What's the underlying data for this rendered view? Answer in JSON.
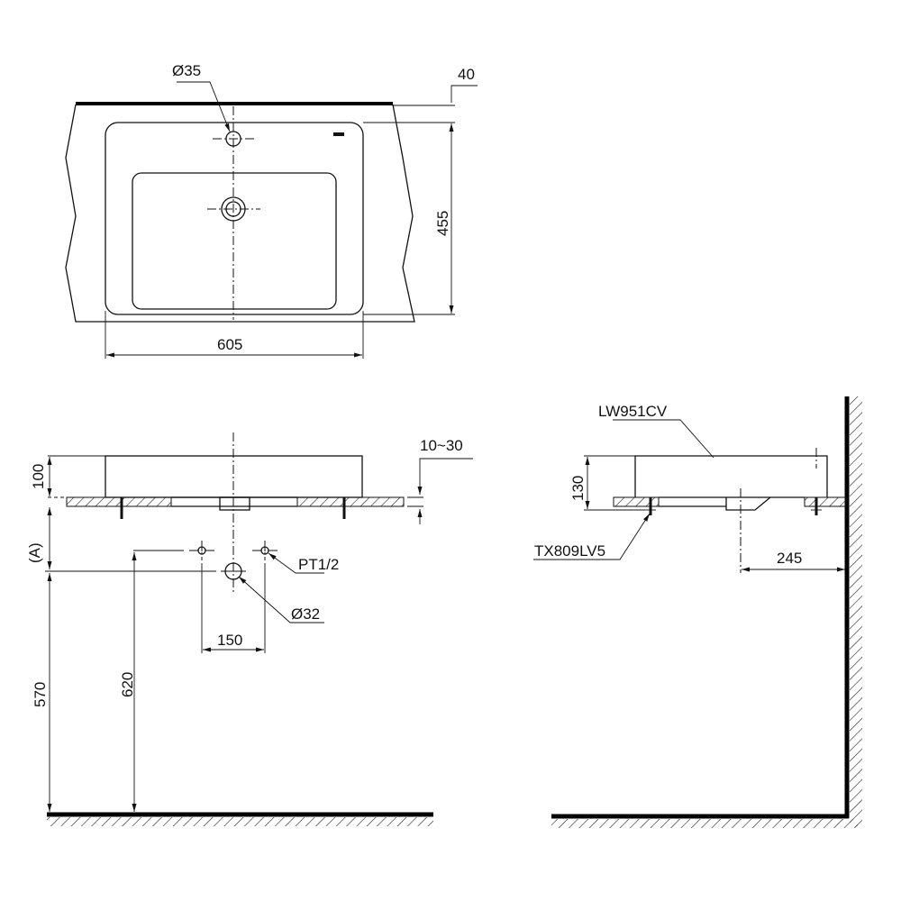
{
  "drawing": {
    "type": "technical dimension drawing",
    "subject": "countertop washbasin installation",
    "stroke_color": "#111111",
    "background": "#ffffff"
  },
  "top_view": {
    "labels": {
      "faucet_hole": "Ø35",
      "counter_offset": "40",
      "depth": "455",
      "width": "605"
    }
  },
  "front_view": {
    "labels": {
      "basin_height": "100",
      "counter_thickness": "10~30",
      "variable_height": "(A)",
      "supply_pipe": "PT1/2",
      "drain": "Ø32",
      "supply_spacing": "150",
      "drain_height": "570",
      "supply_height": "620"
    }
  },
  "side_view": {
    "labels": {
      "basin_model": "LW951CV",
      "basin_height": "130",
      "bracket_model": "TX809LV5",
      "wall_to_drain": "245"
    }
  }
}
